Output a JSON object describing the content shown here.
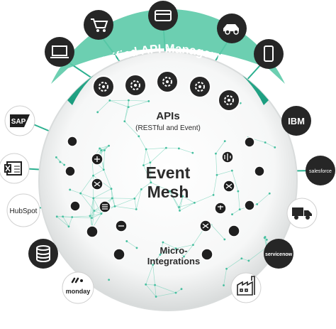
{
  "diagram": {
    "arc_title": "Unified API Management",
    "apis_title": "APIs",
    "apis_subtitle": "(RESTful and Event)",
    "center_line1": "Event",
    "center_line2": "Mesh",
    "micro_line1": "Micro-",
    "micro_line2": "Integrations",
    "colors": {
      "accent": "#1fae8e",
      "accent_light": "#6fd3b8",
      "dark_node": "#262626",
      "sphere_edge": "#d9dcdc"
    },
    "top_icons": [
      "monitor-icon",
      "shopping-cart-icon",
      "credit-card-icon",
      "car-icon",
      "smartphone-icon"
    ],
    "left_logos": [
      {
        "name": "sap-logo",
        "text": "SAP"
      },
      {
        "name": "excel-logo",
        "text": ""
      },
      {
        "name": "hubspot-logo",
        "text": "HubSpot"
      },
      {
        "name": "database-icon",
        "text": ""
      },
      {
        "name": "monday-logo",
        "text": "monday"
      }
    ],
    "right_logos": [
      {
        "name": "ibm-logo",
        "text": "IBM"
      },
      {
        "name": "salesforce-logo",
        "text": "salesforce"
      },
      {
        "name": "truck-icon",
        "text": ""
      },
      {
        "name": "servicenow-logo",
        "text": "servicenow"
      },
      {
        "name": "factory-icon",
        "text": ""
      }
    ]
  }
}
